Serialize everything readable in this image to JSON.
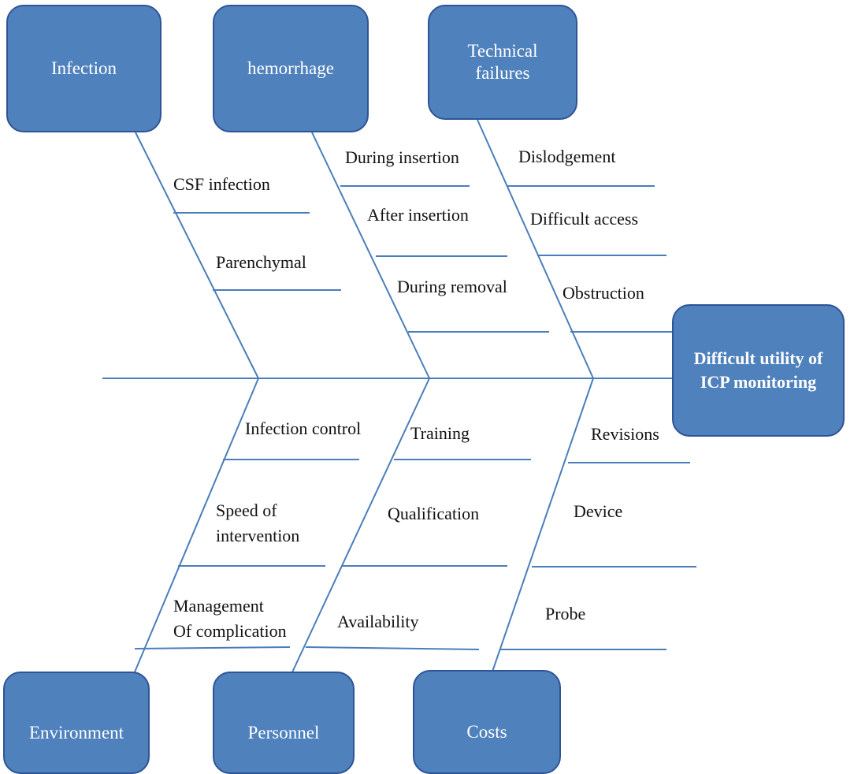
{
  "colors": {
    "box_fill": "#4F81BD",
    "box_border": "#2F5496",
    "line": "#4A7EBB",
    "box_text": "#FFFFFF",
    "cause_text": "#111111"
  },
  "effect": "Difficult utility of\nICP monitoring",
  "categories": {
    "infection": "Infection",
    "hemorrhage": "hemorrhage",
    "technical": "Technical\nfailures",
    "environment": "Environment",
    "personnel": "Personnel",
    "costs": "Costs"
  },
  "causes": {
    "infection": [
      "CSF infection",
      "Parenchymal"
    ],
    "hemorrhage": [
      "During insertion",
      "After insertion",
      "During removal"
    ],
    "technical": [
      "Dislodgement",
      "Difficult access",
      "Obstruction"
    ],
    "environment": [
      "Infection control",
      "Speed of\nintervention",
      "Management\nOf complication"
    ],
    "personnel": [
      "Training",
      "Qualification",
      "Availability"
    ],
    "costs": [
      "Revisions",
      "Device",
      "Probe"
    ]
  }
}
